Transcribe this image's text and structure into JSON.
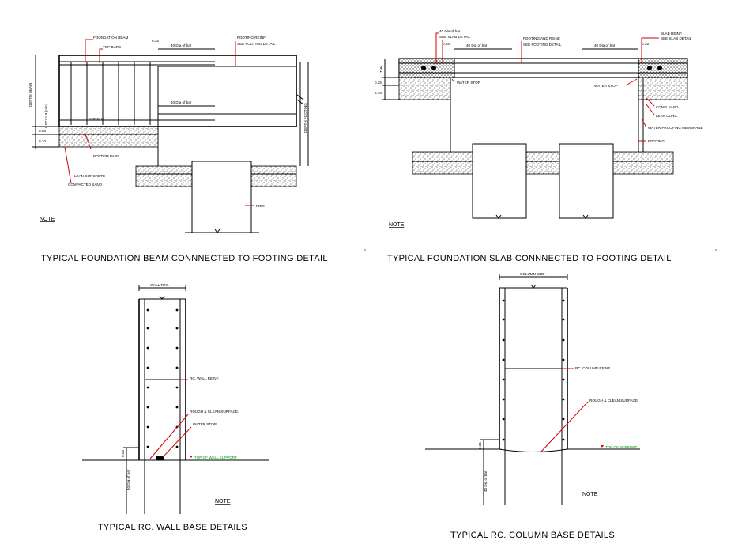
{
  "titles": {
    "beam": "TYPICAL FOUNDATION BEAM CONNNECTED TO FOOTING DETAIL",
    "slab": "TYPICAL FOUNDATION SLAB CONNNECTED TO FOOTING DETAIL",
    "wall": "TYPICAL RC. WALL BASE DETAILS",
    "column": "TYPICAL RC. COLUMN BASE DETAILS"
  },
  "notes": {
    "beam": "NOTE",
    "slab": "NOTE",
    "wall": "NOTE",
    "column": "NOTE"
  },
  "beam": {
    "foundation_beam": "FOUNDATION BEAM",
    "top_bars": "TOP BARS",
    "dim_025": "0.25",
    "lap_top": "40 Dia of bar",
    "lap_bottom": "40 Dia of bar",
    "footing_reinf": "FOOTING REINF.",
    "see_footing": "SEE FOOTING DETAIL",
    "depth_beam": "DEPTH BEAM",
    "dim_007": "0.07 CLR.(min)",
    "dim_005": "0.05",
    "dim_010": "0.10",
    "stirrup": "STIRRUP",
    "bottom_bars": "BOTTOM BARS",
    "lean_concrete": "LEAN CONCRETE",
    "compacted_sand": "COMPACTED SAND",
    "depth_footing": "DEPTH FOOTING",
    "pier": "PIER"
  },
  "slab": {
    "at_all_corners": "40 Dia of bar",
    "see_slab_detail_l": "SEE SLAB DETAIL",
    "dim_025_l": "0.25",
    "lap_l": "40 Dia of bar",
    "footing_reinf": "FOOTING AND REINF.",
    "see_footing": "SEE FOOTING DETAIL",
    "lap_r": "40 Dia of bar",
    "dim_025_r": "0.25",
    "slab_reinf": "SLAB REINF.",
    "see_slab_detail_r": "SEE SLAB DETAIL",
    "thk": "THK.",
    "dim_025_side": "0.25",
    "dim_010_side": "0.10",
    "water_stop_l": "WATER STOP",
    "water_stop_r": "WATER STOP",
    "comp_sand": "COMP. SAND",
    "lean_conc": "LEAN CONC.",
    "waterproofing": "WATER PROOFING MEMBRANE",
    "footing": "FOOTING"
  },
  "wall": {
    "wall_thk": "WALL THK.",
    "wall_reinf": "RC. WALL REINF.",
    "rough_clean": "ROUGH & CLEAN SURFACE.",
    "water_stop": "WATER STOP",
    "top_support": "TOP OF WALL SUPPORT",
    "dim_005": "0.05",
    "lap": "40 Dia of bar"
  },
  "column": {
    "column_size": "COLUMN SIZE",
    "column_reinf": "RC. COLUMN REINF.",
    "rough_clean": "ROUGH & CLEAN SURFACE.",
    "top_support": "TOP OF SUPPORT",
    "dim_005": "0.05",
    "lap": "40 Dia of bar"
  },
  "colors": {
    "line": "#000000",
    "leader": "#d40000",
    "level": "#00a000"
  }
}
